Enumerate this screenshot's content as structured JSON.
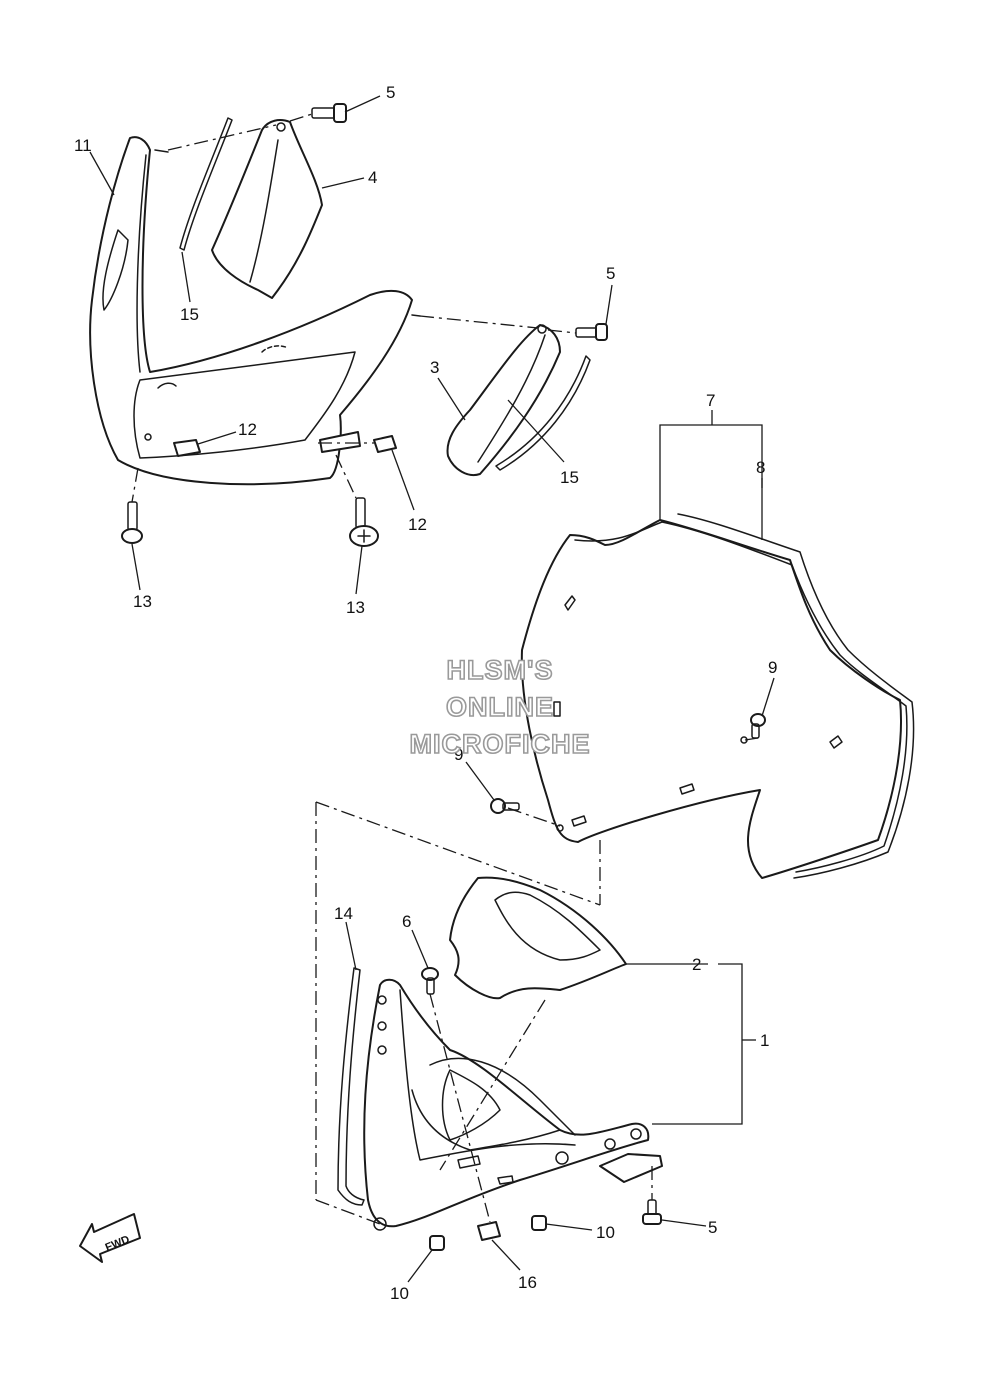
{
  "callouts": {
    "c1": "1",
    "c2": "2",
    "c3": "3",
    "c4": "4",
    "c5a": "5",
    "c5b": "5",
    "c5c": "5",
    "c6": "6",
    "c7": "7",
    "c8": "8",
    "c9a": "9",
    "c9b": "9",
    "c10a": "10",
    "c10b": "10",
    "c11": "11",
    "c12a": "12",
    "c12b": "12",
    "c13a": "13",
    "c13b": "13",
    "c14": "14",
    "c15a": "15",
    "c15b": "15",
    "c16": "16"
  },
  "watermark": {
    "line1": "HLSM'S",
    "line2": "ONLINE",
    "line3": "MICROFICHE"
  },
  "fwd_label": "FWD"
}
